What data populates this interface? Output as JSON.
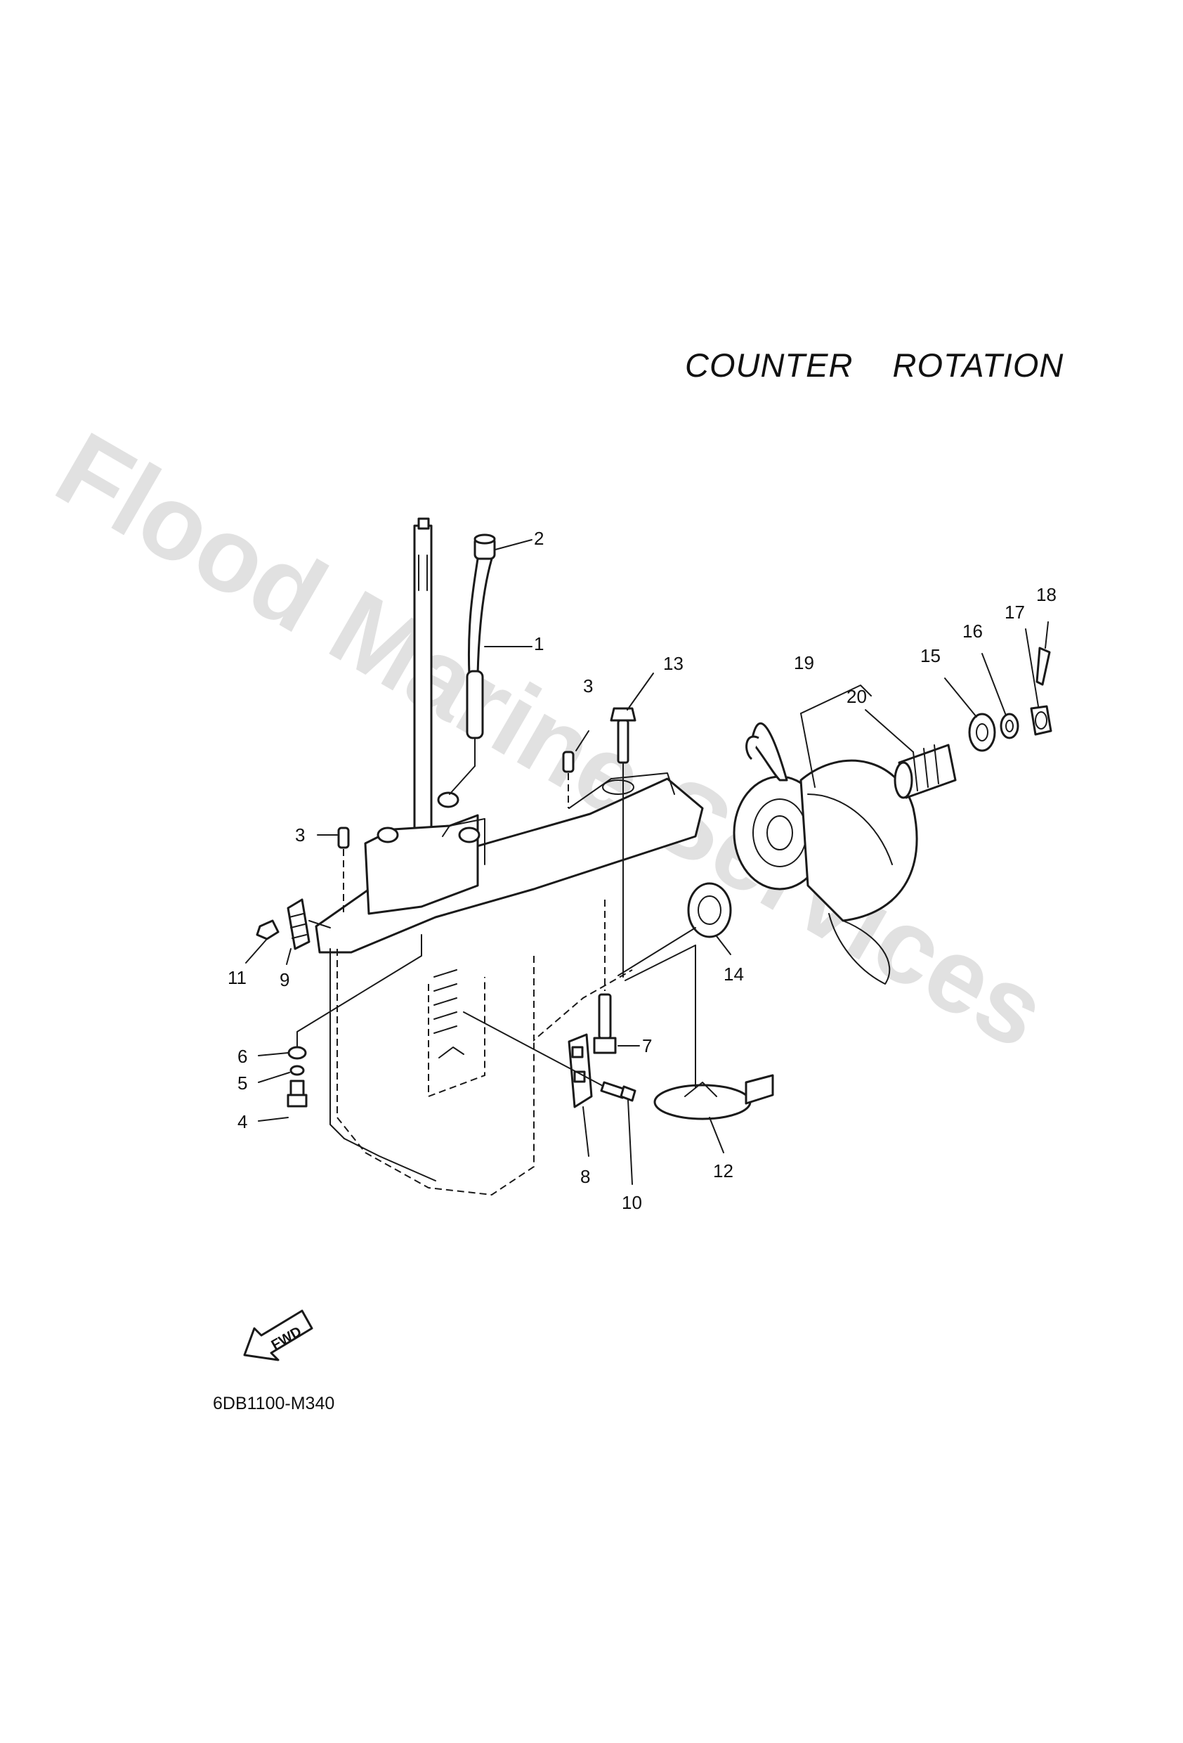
{
  "heading": "COUNTER  ROTATION",
  "drawing_code": "6DB1100-M340",
  "fwd_label": "FWD",
  "watermark": "Flood Marine Services",
  "callouts": [
    "1",
    "2",
    "3",
    "3",
    "4",
    "5",
    "6",
    "7",
    "8",
    "9",
    "10",
    "11",
    "12",
    "13",
    "14",
    "15",
    "16",
    "17",
    "18",
    "19",
    "20"
  ],
  "colors": {
    "ink": "#1a1a1a",
    "watermark": "#c9c9c9",
    "background": "#ffffff"
  }
}
